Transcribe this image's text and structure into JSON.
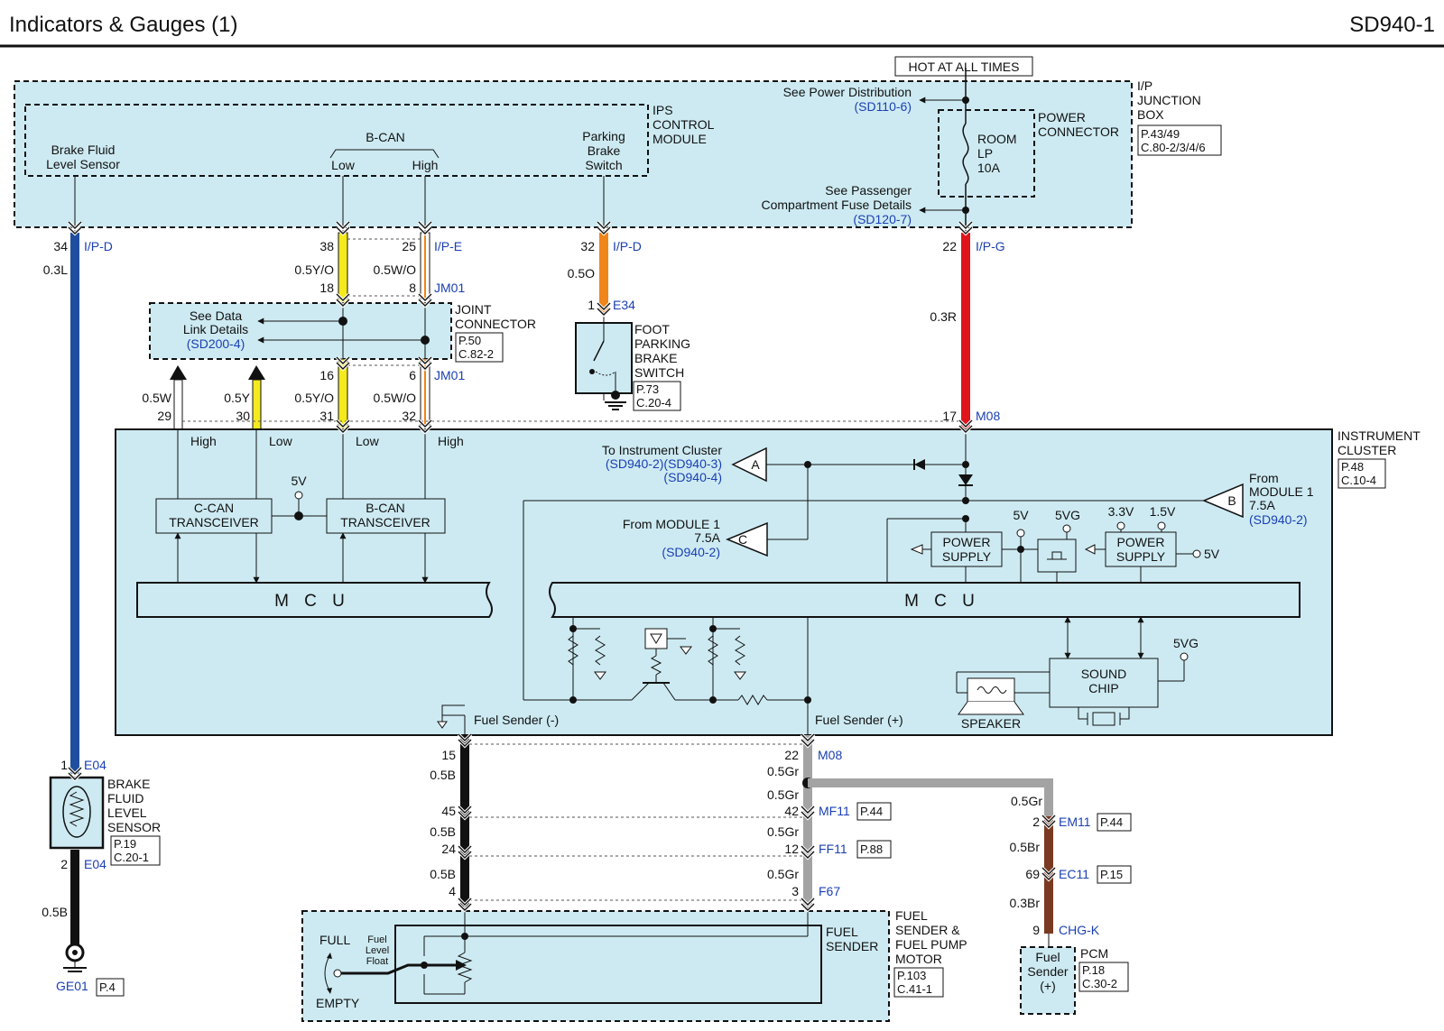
{
  "header": {
    "title": "Indicators & Gauges (1)",
    "page_code": "SD940-1"
  },
  "hot_at_all_times": "HOT AT ALL TIMES",
  "ip_junction_box": {
    "name_lines": [
      "I/P",
      "JUNCTION",
      "BOX"
    ],
    "ref_lines": [
      "P.43/49",
      "C.80-2/3/4/6"
    ]
  },
  "power_connector": [
    "POWER",
    "CONNECTOR"
  ],
  "power_distribution": {
    "text": "See Power Distribution",
    "ref": "(SD110-6)"
  },
  "fuse": [
    "ROOM",
    "LP",
    "10A"
  ],
  "passenger_fuse": {
    "lines": [
      "See Passenger",
      "Compartment Fuse Details"
    ],
    "ref": "(SD120-7)"
  },
  "ips_module": [
    "IPS",
    "CONTROL",
    "MODULE"
  ],
  "brake_fluid_level_sensor_label": [
    "Brake Fluid",
    "Level Sensor"
  ],
  "bcan_top": {
    "title": "B-CAN",
    "low": "Low",
    "high": "High"
  },
  "parking_brake_switch_label": [
    "Parking",
    "Brake",
    "Switch"
  ],
  "conn": {
    "c34": "34",
    "ipd": "I/P-D",
    "w03l": "0.3L",
    "c38": "38",
    "c25": "25",
    "ipe": "I/P-E",
    "w05yo": "0.5Y/O",
    "w05wo": "0.5W/O",
    "c18": "18",
    "c8": "8",
    "jm01": "JM01",
    "c32": "32",
    "w05o": "0.5O",
    "c1": "1",
    "e34": "E34",
    "c22": "22",
    "ipg": "I/P-G",
    "w03r": "0.3R",
    "c16": "16",
    "c6": "6",
    "w05w": "0.5W",
    "w05y": "0.5Y",
    "c29": "29",
    "c30": "30",
    "c31": "31",
    "c17": "17",
    "m08": "M08"
  },
  "joint_connector": {
    "name_lines": [
      "JOINT",
      "CONNECTOR"
    ],
    "ref_lines": [
      "P.50",
      "C.82-2"
    ]
  },
  "data_link": {
    "lines": [
      "See Data",
      "Link Details"
    ],
    "ref": "(SD200-4)"
  },
  "foot_switch": {
    "name_lines": [
      "FOOT",
      "PARKING",
      "BRAKE",
      "SWITCH"
    ],
    "ref_lines": [
      "P.73",
      "C.20-4"
    ]
  },
  "cluster": {
    "name_lines": [
      "INSTRUMENT",
      "CLUSTER"
    ],
    "ref_lines": [
      "P.48",
      "C.10-4"
    ],
    "pin_high": "High",
    "pin_low": "Low",
    "ccan": [
      "C-CAN",
      "TRANSCEIVER"
    ],
    "bcan": [
      "B-CAN",
      "TRANSCEIVER"
    ],
    "v5": "5V",
    "v5vg": "5VG",
    "v33": "3.3V",
    "v15": "1.5V",
    "mcu": "M C U",
    "power_supply": [
      "POWER",
      "SUPPLY"
    ],
    "sound_chip": [
      "SOUND",
      "CHIP"
    ],
    "speaker": "SPEAKER",
    "to_cluster": {
      "text": "To Instrument Cluster",
      "refs1": "(SD940-2)(SD940-3)",
      "refs2": "(SD940-4)"
    },
    "from_c": {
      "lines": [
        "From MODULE 1",
        "7.5A"
      ],
      "ref": "(SD940-2)"
    },
    "from_b": {
      "lines": [
        "From",
        "MODULE 1",
        "7.5A"
      ],
      "ref": "(SD940-2)"
    },
    "tri_a": "A",
    "tri_b": "B",
    "tri_c": "C",
    "fuel_minus": "Fuel Sender (-)",
    "fuel_plus": "Fuel Sender (+)"
  },
  "lower": {
    "c1": "1",
    "e04": "E04",
    "c2": "2",
    "w05b": "0.5B",
    "ge01": "GE01",
    "p4": "P.4",
    "c15": "15",
    "c45": "45",
    "c24": "24",
    "c4": "4",
    "c22b": "22",
    "m08": "M08",
    "w05gr": "0.5Gr",
    "c42": "42",
    "mf11": "MF11",
    "p44": "P.44",
    "c12": "12",
    "ff11": "FF11",
    "p88": "P.88",
    "c3": "3",
    "f67": "F67",
    "c2b": "2",
    "em11": "EM11",
    "w05br": "0.5Br",
    "c69": "69",
    "ec11": "EC11",
    "p15": "P.15",
    "w03br": "0.3Br",
    "c9": "9",
    "chgk": "CHG-K"
  },
  "brake_sensor": {
    "name_lines": [
      "BRAKE",
      "FLUID",
      "LEVEL",
      "SENSOR"
    ],
    "ref_lines": [
      "P.19",
      "C.20-1"
    ]
  },
  "fuel_module": {
    "name_lines": [
      "FUEL",
      "SENDER &",
      "FUEL PUMP",
      "MOTOR"
    ],
    "ref_lines": [
      "P.103",
      "C.41-1"
    ],
    "sender": [
      "FUEL",
      "SENDER"
    ],
    "full": "FULL",
    "empty": "EMPTY",
    "float": [
      "Fuel",
      "Level",
      "Float"
    ]
  },
  "pcm": {
    "name": "PCM",
    "ref_lines": [
      "P.18",
      "C.30-2"
    ],
    "box_lines": [
      "Fuel",
      "Sender",
      "(+)"
    ]
  },
  "colors": {
    "panel": "#cdeaf2",
    "blue_wire": "#1f4e9e",
    "red_wire": "#e0141b",
    "orange_wire": "#f08519",
    "yellow_wire": "#f4ea1e",
    "gray_wire": "#a3a3a3",
    "brown_wire": "#7a3a22",
    "ref_text": "#1a3fb4"
  }
}
